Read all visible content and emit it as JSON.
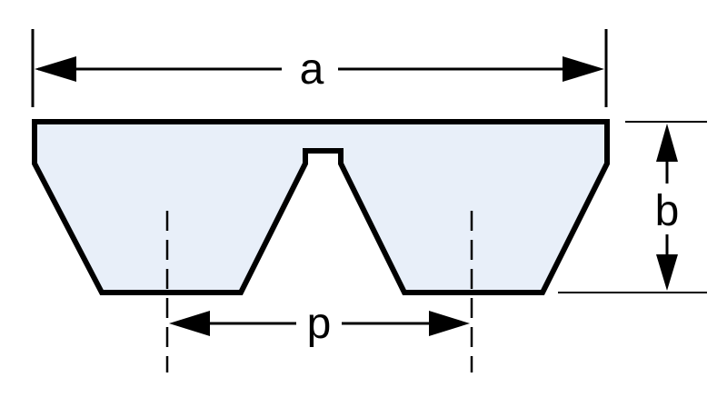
{
  "labels": {
    "width": "a",
    "height": "b",
    "pitch": "p"
  },
  "colors": {
    "belt_fill": "#e8eff9",
    "stroke": "#000000",
    "background": "#ffffff"
  }
}
